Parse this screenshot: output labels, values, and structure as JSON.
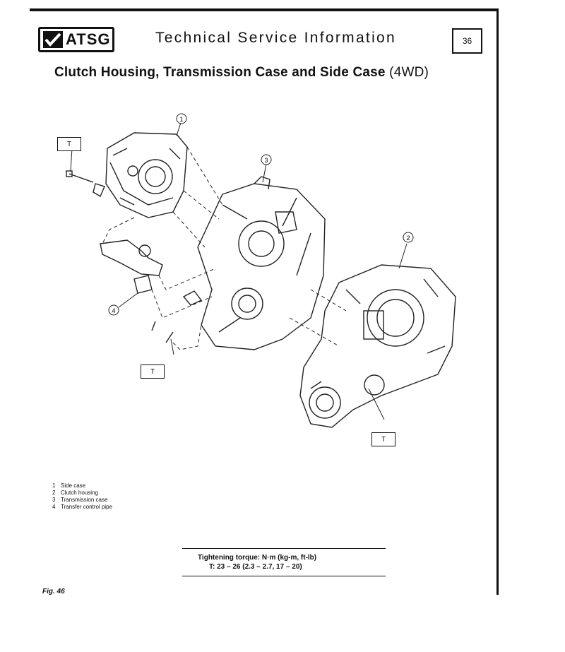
{
  "header": {
    "logo_text": "ATSG",
    "title": "Technical Service Information",
    "page_number": "36"
  },
  "document": {
    "title": "Clutch Housing, Transmission Case and Side Case",
    "title_suffix": "(4WD)"
  },
  "diagram": {
    "callouts": [
      "1",
      "2",
      "3",
      "4"
    ],
    "torque_tags": [
      "T",
      "T",
      "T"
    ]
  },
  "legend": [
    {
      "number": "1",
      "label": "Side case"
    },
    {
      "number": "2",
      "label": "Clutch housing"
    },
    {
      "number": "3",
      "label": "Transmission case"
    },
    {
      "number": "4",
      "label": "Transfer control pipe"
    }
  ],
  "torque": {
    "heading": "Tightening torque:  N·m (kg-m, ft-lb)",
    "spec": "T:   23 – 26 (2.3 – 2.7, 17 – 20)"
  },
  "figure_label": "Fig. 46"
}
